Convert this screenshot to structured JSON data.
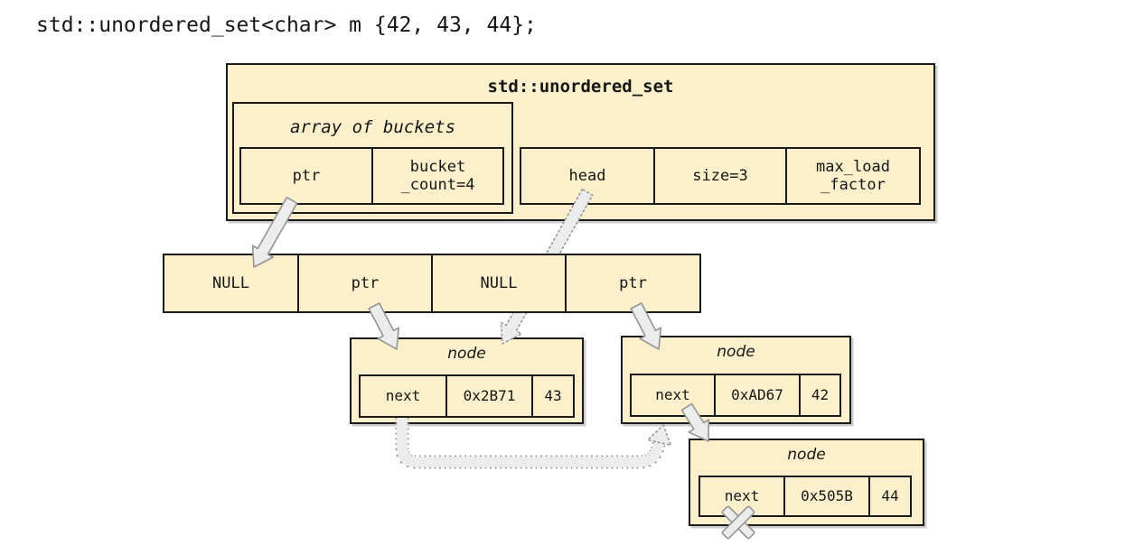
{
  "code_line": "std::unordered_set<char> m {42, 43, 44};",
  "set_box": {
    "title": "std::unordered_set",
    "buckets_box": {
      "label": "array of buckets",
      "ptr_cell": "ptr",
      "bucket_count_line1": "bucket",
      "bucket_count_line2": "_count=4"
    },
    "head_cell": "head",
    "size_cell": "size=3",
    "max_load_line1": "max_load",
    "max_load_line2": "_factor"
  },
  "bucket_array": {
    "cells": [
      "NULL",
      "ptr",
      "NULL",
      "ptr"
    ]
  },
  "nodes": [
    {
      "title": "node",
      "next_label": "next",
      "address": "0x2B71",
      "value": "43"
    },
    {
      "title": "node",
      "next_label": "next",
      "address": "0xAD67",
      "value": "42"
    },
    {
      "title": "node",
      "next_label": "next",
      "address": "0x505B",
      "value": "44"
    }
  ],
  "arrows": [
    {
      "name": "buckets-ptr-to-bucket-array",
      "style": "solid"
    },
    {
      "name": "head-to-node-43",
      "style": "dotted"
    },
    {
      "name": "bucket-1-ptr-to-node-43",
      "style": "solid"
    },
    {
      "name": "bucket-3-ptr-to-node-42",
      "style": "solid"
    },
    {
      "name": "node-43-next-to-node-42",
      "style": "dotted"
    },
    {
      "name": "node-42-next-to-node-44",
      "style": "solid"
    },
    {
      "name": "node-44-next-null",
      "style": "x-mark"
    }
  ],
  "colors": {
    "background": "#ffffff",
    "box_fill": "#fcf0cc",
    "box_border": "#1a1a1a",
    "arrow_fill": "#ececec",
    "arrow_stroke": "#949494",
    "text": "#161616"
  }
}
